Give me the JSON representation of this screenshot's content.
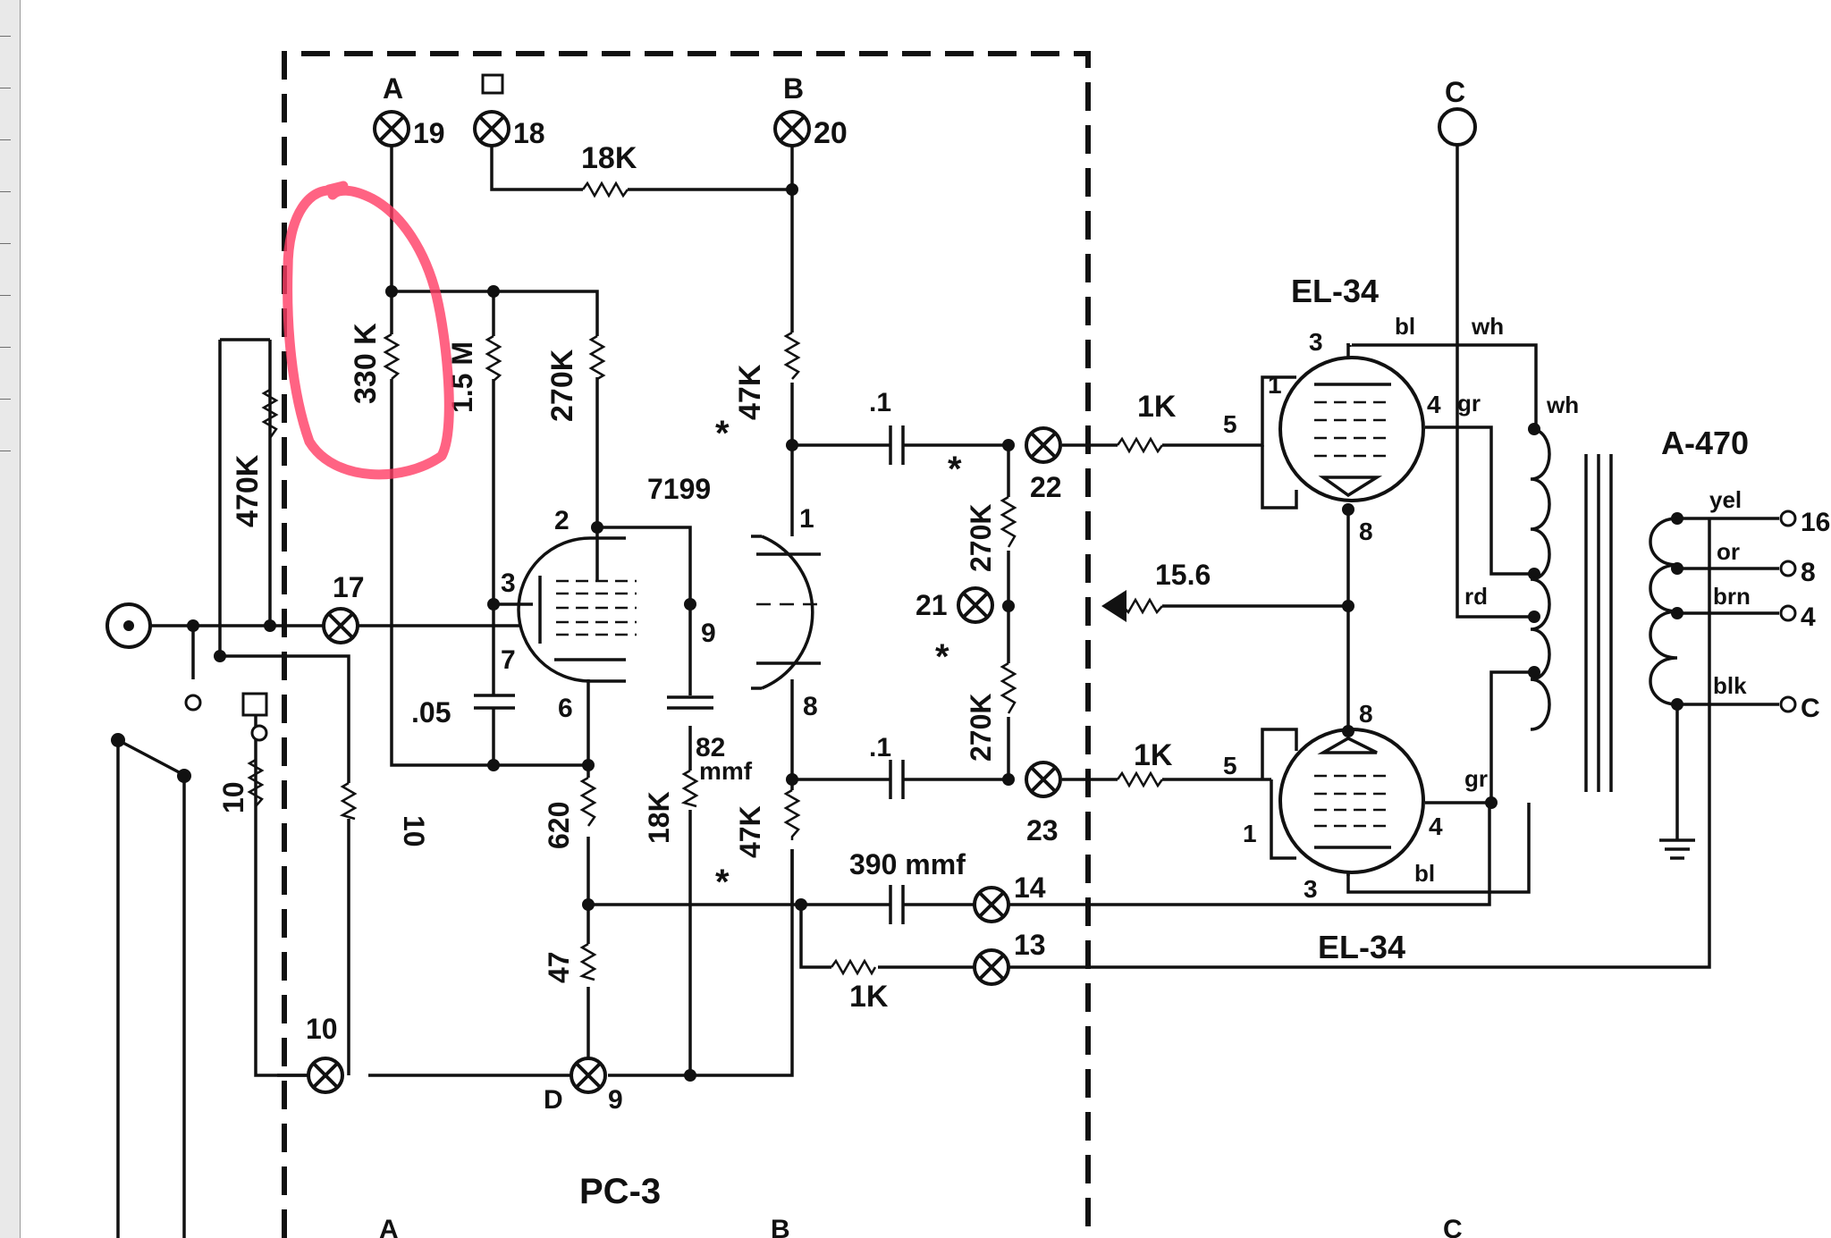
{
  "schematic": {
    "board_label": "PC-3",
    "tube_driver": "7199",
    "tube_output_top": "EL-34",
    "tube_output_bottom": "EL-34",
    "transformer": "A-470",
    "resistors": {
      "r18k_top": "18K",
      "r330k": "330 K",
      "r1_5m": "1.5 M",
      "r270k_a": "270K",
      "r47k_top": "47K",
      "r470k": "470K",
      "r270k_b": "270K",
      "r270k_c": "270K",
      "r1k_top": "1K",
      "r1k_bottom": "1K",
      "r15_6": "15.6",
      "r10_left": "10",
      "r10_right": "10",
      "r620": "620",
      "r18k_mid": "18K",
      "r47k_bottom": "47K",
      "r47": "47",
      "r1k_feedback": "1K"
    },
    "capacitors": {
      "c_top": ".1",
      "c_bottom": ".1",
      "c_05": ".05",
      "c_82": "82",
      "c_82_unit": "mmf",
      "c_390": "390 mmf"
    },
    "terminals": {
      "t19_letter": "A",
      "t19": "19",
      "t18": "18",
      "t20_letter": "B",
      "t20": "20",
      "tC_letter": "C",
      "t17": "17",
      "t22": "22",
      "t21": "21",
      "t23": "23",
      "t14": "14",
      "t13": "13",
      "t10": "10",
      "t9_letter": "D",
      "t9": "9",
      "bottom_A": "A",
      "bottom_B": "B",
      "bottom_C": "C"
    },
    "pins": {
      "p7199_1": "1",
      "p7199_2": "2",
      "p7199_3": "3",
      "p7199_6": "6",
      "p7199_7": "7",
      "p7199_8": "8",
      "p7199_9": "9",
      "top_3": "3",
      "top_1": "1",
      "top_4": "4",
      "top_5": "5",
      "top_8": "8",
      "bot_8": "8",
      "bot_5": "5",
      "bot_1": "1",
      "bot_4": "4",
      "bot_3": "3"
    },
    "wire_colors": {
      "bl_top": "bl",
      "wh_top": "wh",
      "gr_top": "gr",
      "wh_side": "wh",
      "rd": "rd",
      "gr_bottom": "gr",
      "bl_bottom": "bl",
      "yel": "yel",
      "or": "or",
      "brn": "brn",
      "blk": "blk"
    },
    "outputs": {
      "o16": "16",
      "o8": "8",
      "o4": "4",
      "oC": "C"
    },
    "star": "*",
    "annotation_color": "#ff3c64"
  }
}
